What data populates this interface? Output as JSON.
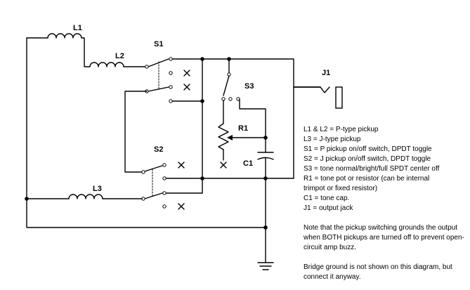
{
  "labels": {
    "L1": "L1",
    "L2": "L2",
    "L3": "L3",
    "S1": "S1",
    "S2": "S2",
    "S3": "S3",
    "R1": "R1",
    "C1": "C1",
    "J1": "J1"
  },
  "legend": [
    "L1 & L2 = P-type pickup",
    "L3 = J-type pickup",
    "S1 = P pickup on/off switch, DPDT toggle",
    "S2 = J pickup on/off switch, DPDT toggle",
    "S3 = tone normal/bright/full   SPDT center off",
    "R1 = tone pot or resistor (can be internal",
    "trimpot or fixed resistor)",
    "C1 = tone cap.",
    "J1 = output jack"
  ],
  "notes": {
    "switch_ground": "Note that the pickup switching grounds the output when BOTH pickups are turned off to prevent open-circuit amp buzz.",
    "bridge_ground": "Bridge ground is not shown on this diagram, but connect it anyway."
  }
}
